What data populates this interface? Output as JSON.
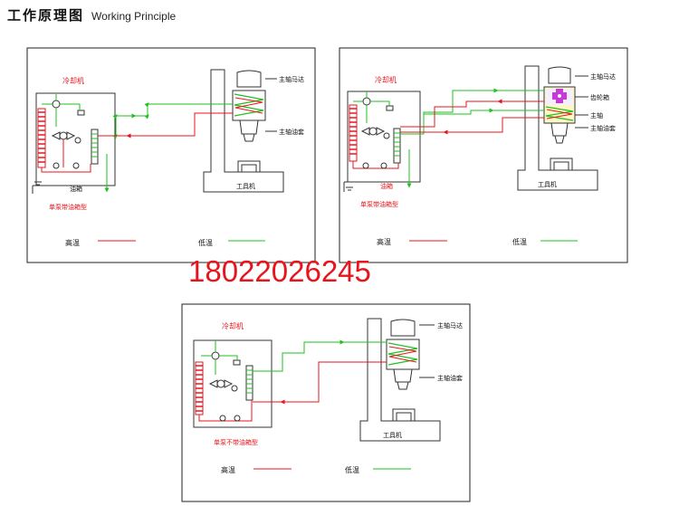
{
  "header": {
    "title_cn": "工作原理图",
    "title_en": "Working Principle"
  },
  "phone": "18022026245",
  "colors": {
    "hot": "#e8141b",
    "cold": "#1ec21e",
    "line": "#222222",
    "label_red": "#e8141b"
  },
  "panels": [
    {
      "chiller_label": "冷却机",
      "tank_label": "油箱",
      "type_label": "单泵带油箱型",
      "machine_label": "工具机",
      "spindle_labels": [
        "主轴马达",
        "主轴油套"
      ],
      "legend_hot": "高温",
      "legend_cold": "低温"
    },
    {
      "chiller_label": "冷却机",
      "tank_label": "油箱",
      "type_label": "单泵带油箱型",
      "machine_label": "工具机",
      "spindle_labels": [
        "主轴马达",
        "齿轮箱",
        "主轴",
        "主轴油套"
      ],
      "legend_hot": "高温",
      "legend_cold": "低温"
    },
    {
      "chiller_label": "冷却机",
      "type_label": "单泵不带油箱型",
      "machine_label": "工具机",
      "spindle_labels": [
        "主轴马达",
        "主轴油套"
      ],
      "legend_hot": "高温",
      "legend_cold": "低温"
    }
  ]
}
